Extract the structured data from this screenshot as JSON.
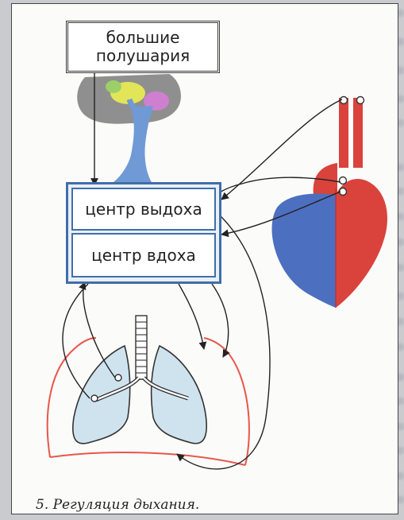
{
  "labels": {
    "hemispheres": "большие\nполушария",
    "exhale_center": "центр выдоха",
    "inhale_center": "центр вдоха"
  },
  "caption": "5. Регуляция дыхания.",
  "colors": {
    "brain": "#8f8f8f",
    "brainstem": "#6f9ad6",
    "heart_left": "#4d6fc0",
    "heart_right": "#d9433c",
    "lungs": "#cfe3ef",
    "pleura_line": "#e8574a",
    "center_frame": "#3f6fa8"
  }
}
